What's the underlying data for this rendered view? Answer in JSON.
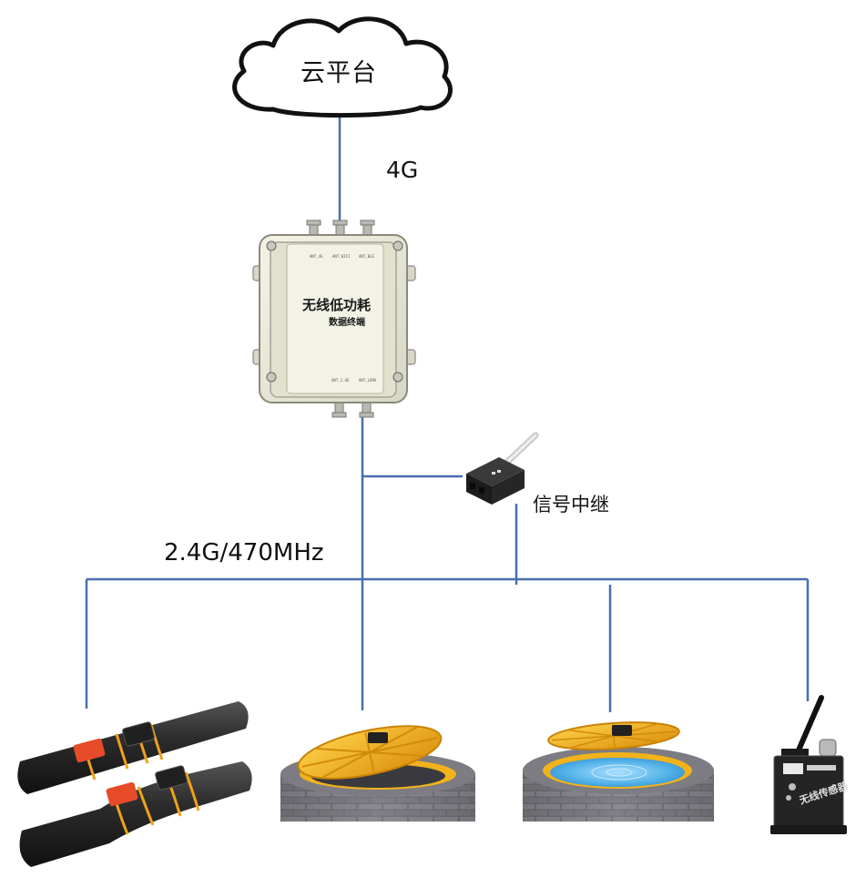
{
  "cloud": {
    "label": "云平台"
  },
  "uplink": {
    "label": "4G"
  },
  "terminal": {
    "title": "无线低功耗",
    "subtitle": "数据终端",
    "port_labels": [
      "ANT_4G",
      "ANT_WIFI",
      "ANT_BLE",
      "ANT_2.4G",
      "ANT_LORA"
    ]
  },
  "relay": {
    "label": "信号中继"
  },
  "downlink": {
    "label": "2.4G/470MHz"
  },
  "sensor_box": {
    "label": "无线传感器"
  },
  "colors": {
    "link": "#4a6fb0",
    "cable": "#2b2b2b",
    "tie": "#f0a21a",
    "lid": "#f2b21c",
    "brick": "#6e6e72",
    "water": "#5ab8e8",
    "enclosure": "#e9e8d8"
  }
}
